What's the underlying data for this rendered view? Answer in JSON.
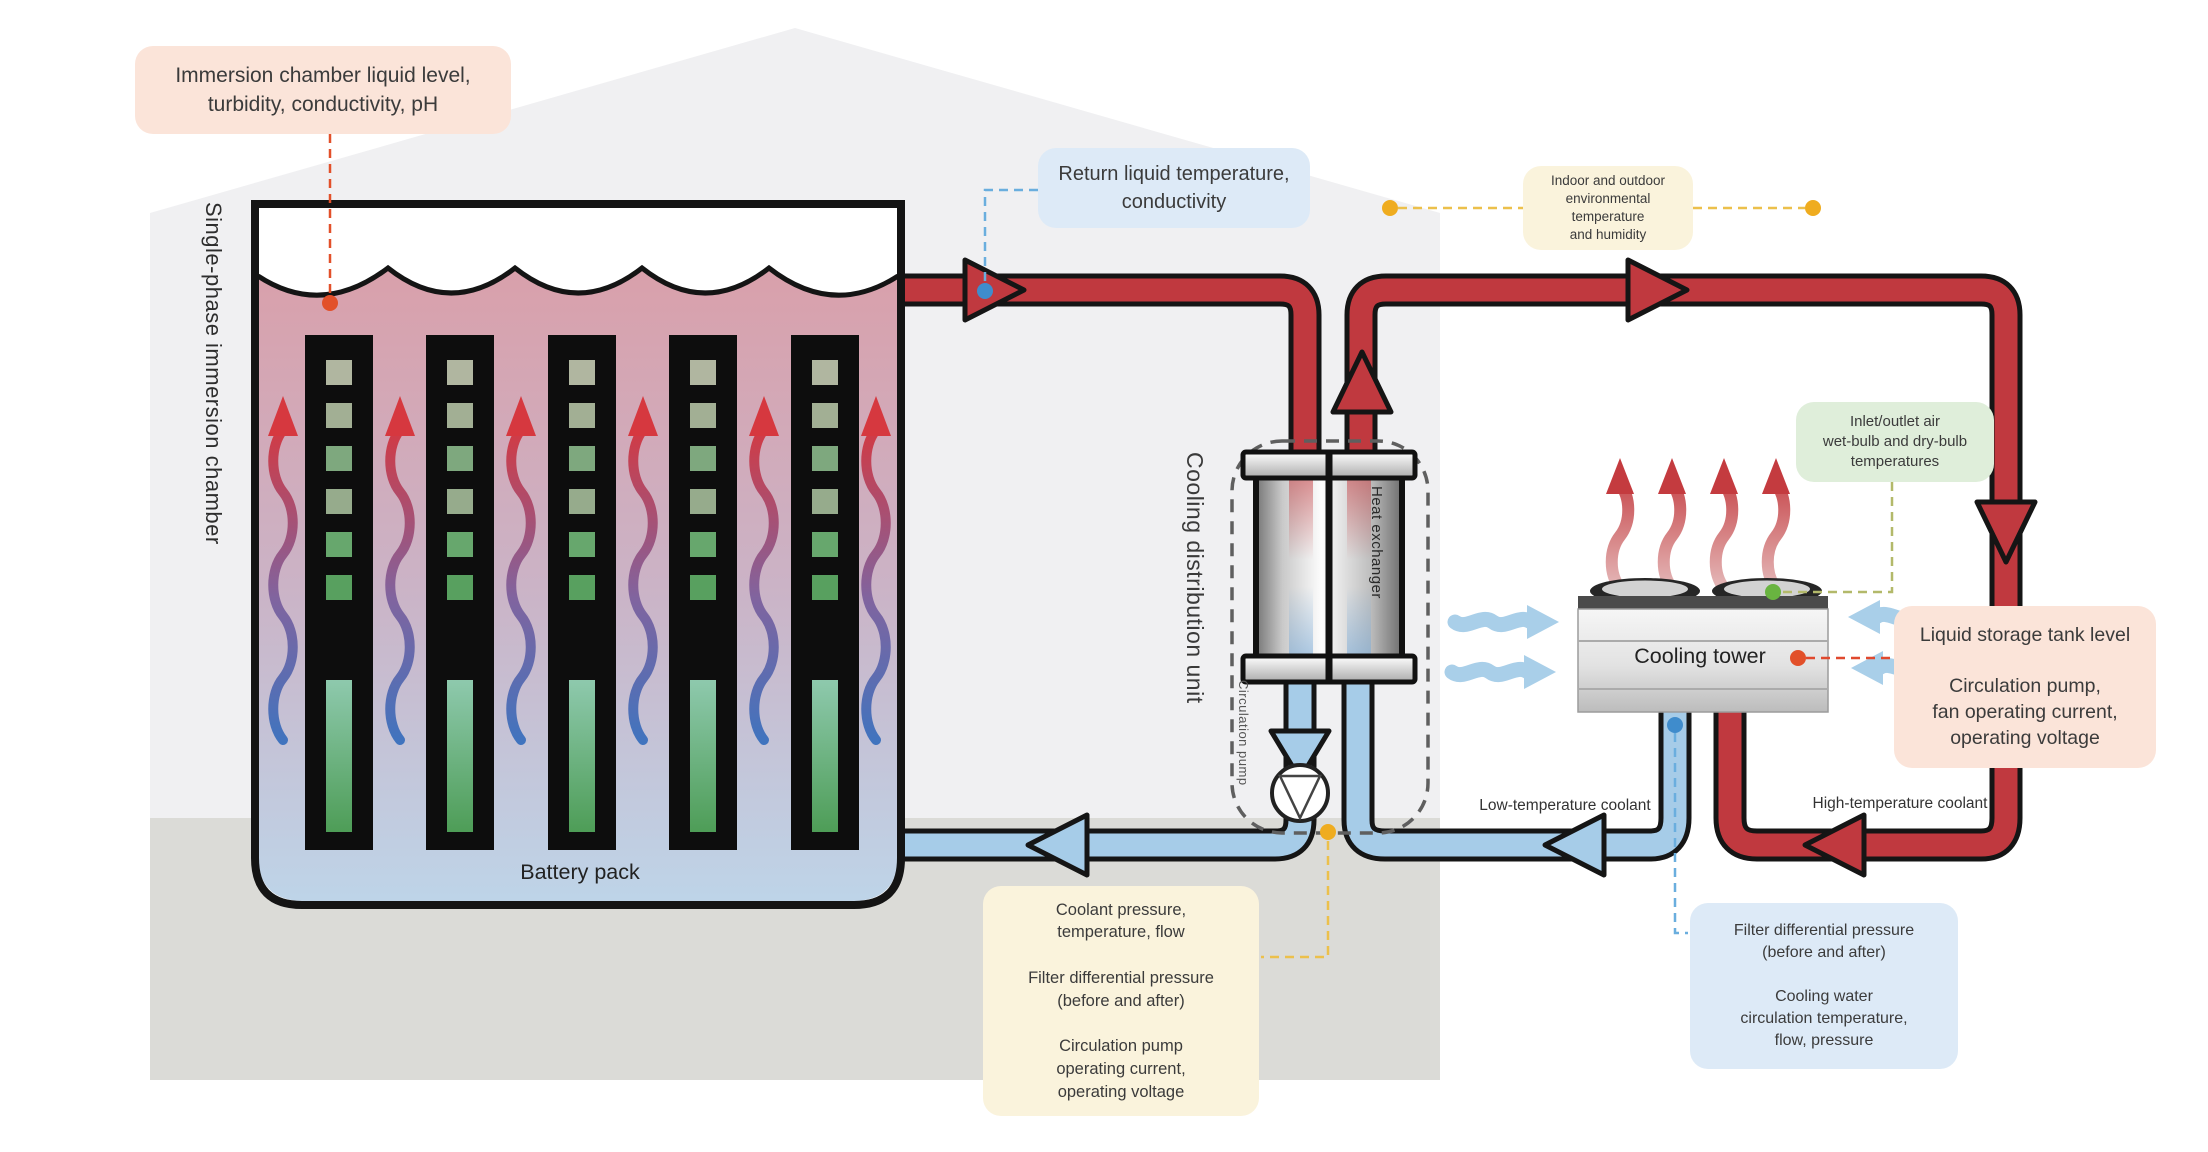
{
  "colors": {
    "hot_pipe": "#c0393f",
    "cold_pipe": "#a6cce8",
    "sensor_orange_red": "#e2502a",
    "sensor_blue": "#3f8ccc",
    "sensor_yellow": "#efac1f",
    "sensor_green": "#69b440",
    "label_pink_bg": "#fbe4d9",
    "label_blue_bg": "#ddeaf7",
    "label_yellow_bg": "#faf3dc",
    "label_green_bg": "#dfeeda"
  },
  "chamber": {
    "side_title": "Single-phase immersion chamber",
    "battery_label": "Battery pack"
  },
  "distribution_unit": {
    "title": "Cooling distribution unit",
    "heat_exchanger": "Heat exchanger",
    "circulation_pump": "Circulation pump"
  },
  "cooling_tower": {
    "label": "Cooling tower"
  },
  "flow_labels": {
    "low_temp": "Low-temperature coolant",
    "high_temp": "High-temperature coolant"
  },
  "annotations": {
    "immersion": "Immersion chamber liquid level,\nturbidity, conductivity, pH",
    "return_liquid": "Return liquid temperature,\nconductivity",
    "environment": "Indoor and outdoor\nenvironmental\ntemperature\nand humidity",
    "air_bulbs": "Inlet/outlet air\nwet-bulb and dry-bulb\ntemperatures",
    "tank": "Liquid storage tank level\n\nCirculation pump,\nfan operating current,\noperating voltage",
    "coolant_metrics": "Coolant pressure,\ntemperature, flow\n\nFilter differential pressure\n(before and after)\n\nCirculation pump\noperating current,\noperating voltage",
    "filter_cooling_water": "Filter differential pressure\n(before and after)\n\nCooling water\ncirculation temperature,\nflow, pressure"
  }
}
